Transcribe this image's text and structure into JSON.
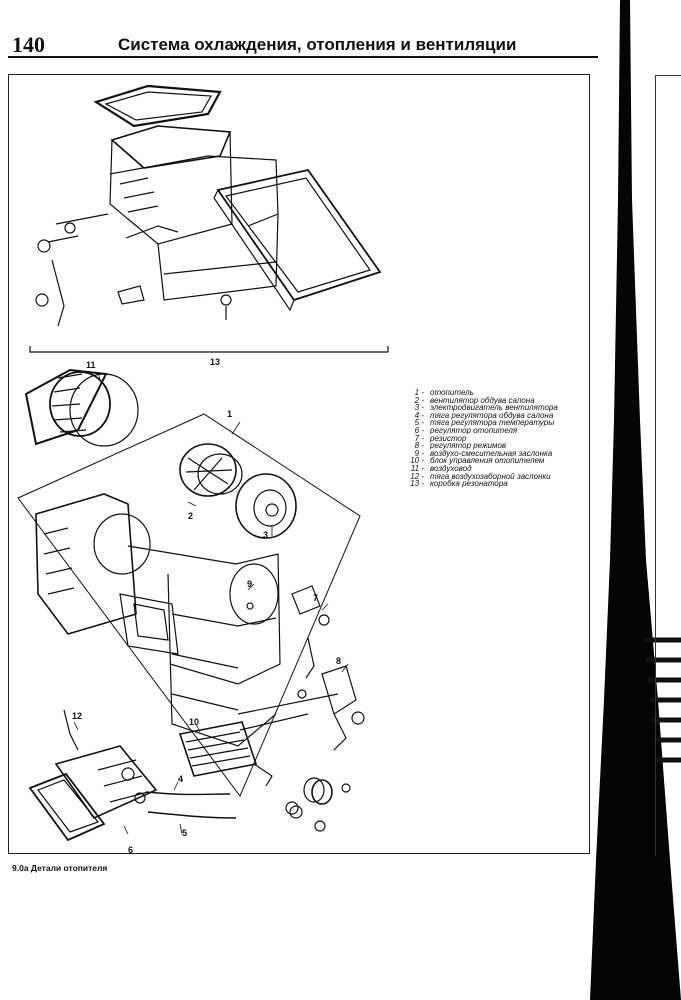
{
  "header": {
    "page_number": "140",
    "title": "Система охлаждения, отопления и вентиляции"
  },
  "figure": {
    "callouts": [
      "1",
      "2",
      "3",
      "4",
      "5",
      "6",
      "7",
      "8",
      "9",
      "10",
      "11",
      "12",
      "13"
    ],
    "legend": [
      {
        "num": "1 -",
        "text": "отопитель"
      },
      {
        "num": "2 -",
        "text": "вентилятор обдува салона"
      },
      {
        "num": "3 -",
        "text": "электродвигатель вентилятора"
      },
      {
        "num": "4 -",
        "text": "тяга регулятора обдува салона"
      },
      {
        "num": "5 -",
        "text": "тяга регулятора температуры"
      },
      {
        "num": "6 -",
        "text": "регулятор отопителя"
      },
      {
        "num": "7 -",
        "text": "резистор"
      },
      {
        "num": "8 -",
        "text": "регулятор режимов"
      },
      {
        "num": "9 -",
        "text": "воздухо-смесительная заслонка"
      },
      {
        "num": "10 -",
        "text": "блок управления отопителем"
      },
      {
        "num": "11 -",
        "text": "воздуховод"
      },
      {
        "num": "12 -",
        "text": "тяга воздухозаборной заслонки"
      },
      {
        "num": "13 -",
        "text": "коробка резонатора"
      }
    ],
    "caption": "9.0а Детали отопителя"
  }
}
